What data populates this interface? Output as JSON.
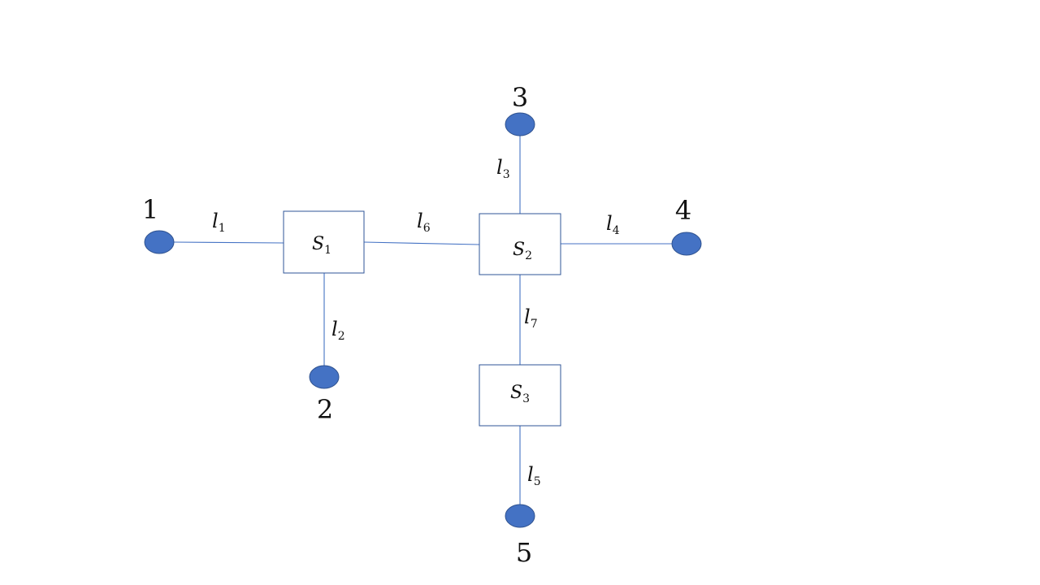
{
  "diagram": {
    "nodes": [
      {
        "id": "1",
        "label": "1"
      },
      {
        "id": "2",
        "label": "2"
      },
      {
        "id": "3",
        "label": "3"
      },
      {
        "id": "4",
        "label": "4"
      },
      {
        "id": "5",
        "label": "5"
      }
    ],
    "switches": [
      {
        "id": "S1",
        "symbol": "S",
        "sub": "1"
      },
      {
        "id": "S2",
        "symbol": "S",
        "sub": "2"
      },
      {
        "id": "S3",
        "symbol": "S",
        "sub": "3"
      }
    ],
    "links": [
      {
        "id": "l1",
        "symbol": "l",
        "sub": "1",
        "from": "1",
        "to": "S1"
      },
      {
        "id": "l2",
        "symbol": "l",
        "sub": "2",
        "from": "S1",
        "to": "2"
      },
      {
        "id": "l3",
        "symbol": "l",
        "sub": "3",
        "from": "3",
        "to": "S2"
      },
      {
        "id": "l4",
        "symbol": "l",
        "sub": "4",
        "from": "S2",
        "to": "4"
      },
      {
        "id": "l5",
        "symbol": "l",
        "sub": "5",
        "from": "S3",
        "to": "5"
      },
      {
        "id": "l6",
        "symbol": "l",
        "sub": "6",
        "from": "S1",
        "to": "S2"
      },
      {
        "id": "l7",
        "symbol": "l",
        "sub": "7",
        "from": "S2",
        "to": "S3"
      }
    ],
    "colors": {
      "node_fill": "#4472c4",
      "edge": "#4472c4",
      "box_border": "#2f5597"
    }
  }
}
